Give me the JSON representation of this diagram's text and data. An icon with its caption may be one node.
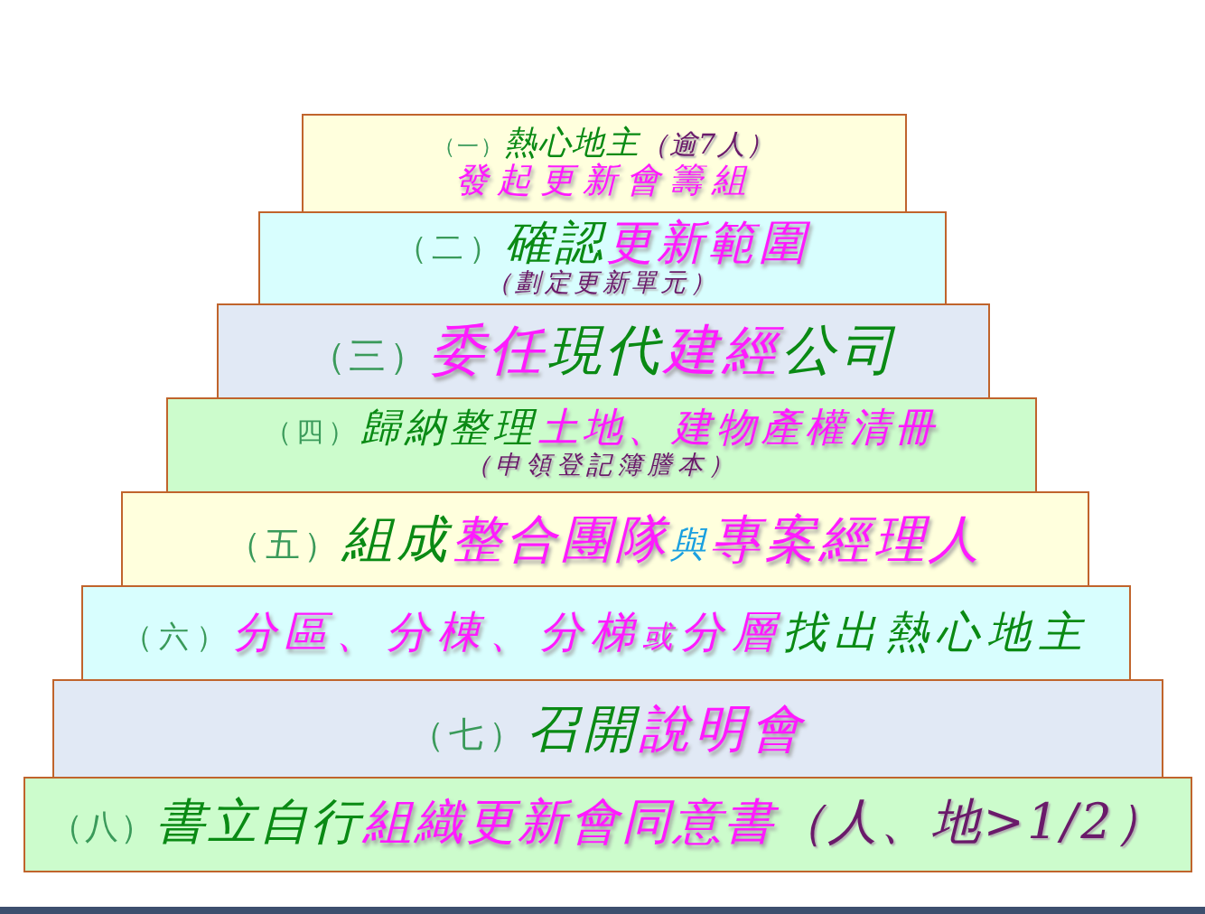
{
  "diagram": {
    "nodes": [
      {
        "text": [
          "（一）熱心地主（逾7人）",
          "發起更新會籌組"
        ]
      },
      {
        "text": [
          "（二）確認更新範圍",
          "（劃定更新單元）"
        ]
      },
      {
        "text": [
          "（三）委任現代建經公司"
        ]
      },
      {
        "text": [
          "（四）歸納整理土地、建物產權清冊",
          "（申領登記簿謄本）"
        ]
      },
      {
        "text": [
          "（五）組成整合團隊與專案經理人"
        ]
      },
      {
        "text": [
          "（六）分區、分棟、分梯或分層找出熱心地主"
        ]
      },
      {
        "text": [
          "（七）召開說明會"
        ]
      },
      {
        "text": [
          "（八）書立自行組織更新會同意書（人、地>1/2）"
        ]
      }
    ]
  }
}
